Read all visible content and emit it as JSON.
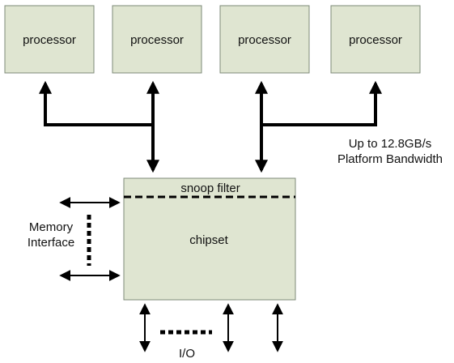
{
  "processors": [
    {
      "label": "processor"
    },
    {
      "label": "processor"
    },
    {
      "label": "processor"
    },
    {
      "label": "processor"
    }
  ],
  "chipset": {
    "label": "chipset",
    "snoop_filter_label": "snoop filter"
  },
  "bandwidth_note": {
    "line1": "Up to 12.8GB/s",
    "line2": "Platform Bandwidth"
  },
  "memory_interface": {
    "line1": "Memory",
    "line2": "Interface"
  },
  "io": {
    "label": "I/O"
  },
  "colors": {
    "box_fill": "#dfe5d1",
    "box_stroke": "#7e8a78",
    "line": "#000000"
  }
}
